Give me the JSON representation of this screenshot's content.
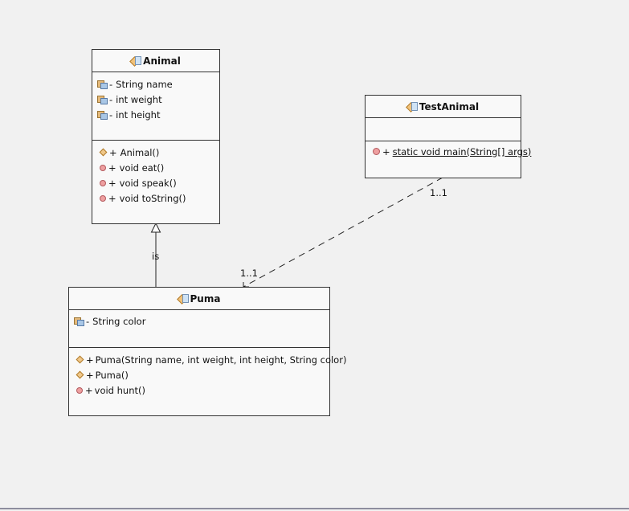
{
  "classes": {
    "animal": {
      "name": "Animal",
      "attributes": [
        {
          "visibility": "-",
          "text": "String name"
        },
        {
          "visibility": "-",
          "text": "int weight"
        },
        {
          "visibility": "-",
          "text": "int height"
        }
      ],
      "operations": [
        {
          "visibility": "+",
          "text": "Animal()"
        },
        {
          "visibility": "+",
          "text": "void eat()"
        },
        {
          "visibility": "+",
          "text": "void speak()"
        },
        {
          "visibility": "+",
          "text": "void toString()"
        }
      ]
    },
    "test_animal": {
      "name": "TestAnimal",
      "operations": [
        {
          "visibility": "+",
          "text": "static void main(String[] args)"
        }
      ]
    },
    "puma": {
      "name": "Puma",
      "attributes": [
        {
          "visibility": "-",
          "text": "String color"
        }
      ],
      "operations": [
        {
          "visibility": "+",
          "text": "Puma(String name, int weight, int height, String color)"
        },
        {
          "visibility": "+",
          "text": "Puma()"
        },
        {
          "visibility": "+",
          "text": "void hunt()"
        }
      ]
    }
  },
  "relations": {
    "generalization": {
      "label": "is"
    },
    "association": {
      "source_multiplicity": "1..1",
      "target_multiplicity": "1..1"
    }
  }
}
